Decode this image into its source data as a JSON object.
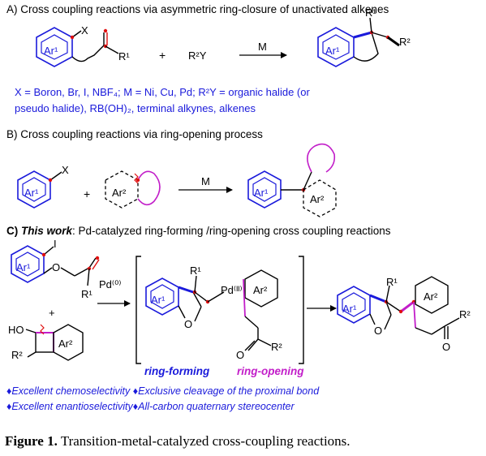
{
  "sectionA": {
    "heading": "A) Cross coupling reactions via asymmetric ring-closure of unactivated alkenes",
    "plus": "+",
    "reagent": "R²Y",
    "catalyst": "M",
    "substituent_X": "X",
    "labels": {
      "ar1": "Ar¹",
      "r1": "R¹",
      "r2": "R²"
    },
    "note_line1": "X = Boron, Br, I, NBF₄; M = Ni, Cu, Pd; R²Y = organic halide (or",
    "note_line2": "pseudo halide), RB(OH)₂, terminal alkynes,  alkenes"
  },
  "sectionB": {
    "heading": "B) Cross coupling reactions via ring-opening process",
    "plus": "+",
    "catalyst": "M",
    "substituent_X": "X",
    "labels": {
      "ar1": "Ar¹",
      "ar2": "Ar²"
    }
  },
  "sectionC": {
    "heading_prefix": "C)",
    "heading_emph": "This work",
    "heading_rest": ": Pd-catalyzed ring-forming /ring-opening cross coupling reactions",
    "catalyst": "Pd⁽⁰⁾",
    "intermediate_pd": "Pd⁽ᴵᴵ⁾",
    "plus": "+",
    "labels": {
      "iodo": "I",
      "ho": "HO",
      "o": "O",
      "ar1": "Ar¹",
      "ar2": "Ar²",
      "r1": "R¹",
      "r2": "R²"
    },
    "ring_forming": "ring-forming",
    "ring_opening": "ring-opening",
    "features": [
      "♦Excellent chemoselectivity ♦Exclusive cleavage of the proximal bond",
      "♦Excellent enantioselectivity♦All-carbon quaternary stereocenter"
    ]
  },
  "caption": {
    "label": "Figure 1.",
    "text": "Transition-metal-catalyzed cross-coupling reactions."
  },
  "colors": {
    "blue": "#1a1adb",
    "magenta": "#c21ec9",
    "red": "#e01010",
    "black": "#000000"
  }
}
